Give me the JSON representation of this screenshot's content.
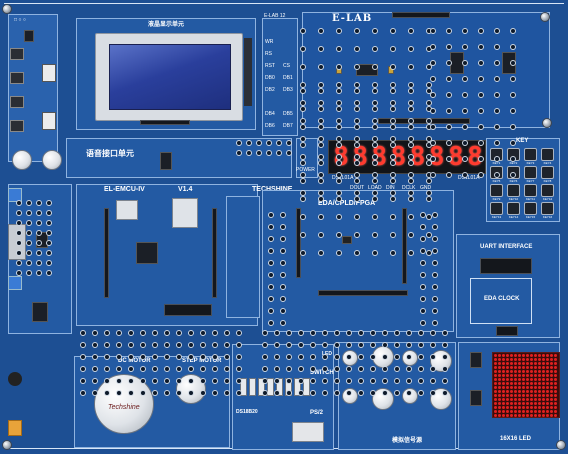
{
  "board": {
    "lcd_title": "液晶显示单元",
    "elab_title": "E-LAB",
    "elab_sub": "E-LAB 12",
    "voice_title": "语音接口单元",
    "mcu_title": "EL-EMCU-IV",
    "mcu_ver": "V1.4",
    "techshine": "TECHSHINE",
    "power": "POWER",
    "key": "KEY",
    "fpga_title": "EDA/CPLD/FPGA",
    "uart": "UART INTERFACE",
    "eda_clock": "EDA CLOCK",
    "dc_motor": "DC MOTOR",
    "step_motor": "STEP MOTOR",
    "ds18b20": "DS18B20",
    "ps2": "PS/2",
    "switch": "SWITCH",
    "led": "LED",
    "signal": "模拟信号源",
    "led16": "16X16 LED",
    "brand": "Techshine",
    "seg_digits": [
      "8",
      "8",
      "8",
      "8",
      "8",
      "8",
      "8",
      "8"
    ],
    "lcd_pins": [
      "WR",
      "RS",
      "RST",
      "CS",
      "DB0",
      "DB1",
      "DB2",
      "DB3",
      "DB4",
      "DB5",
      "DB6",
      "DB7"
    ],
    "key_labels": [
      "KEY1",
      "KEY2",
      "KEY3",
      "KEY4",
      "KEY5",
      "KEY6",
      "KEY7",
      "KEY8",
      "KEY9",
      "KEY10",
      "KEY11",
      "KEY12",
      "KEY13",
      "KEY14",
      "KEY15",
      "KEY16"
    ],
    "seg_pins": [
      "DOUT",
      "LOAD",
      "DIN",
      "DCLK",
      "GND"
    ],
    "seg_left": "DS1L01A",
    "seg_right": "DS1L01A"
  },
  "colors": {
    "board": "#1d4f93",
    "panel": "#235aa3",
    "segment": "#ff3b2f",
    "led_matrix": "#e02020",
    "lcd_screen": "#2a3f9c"
  }
}
